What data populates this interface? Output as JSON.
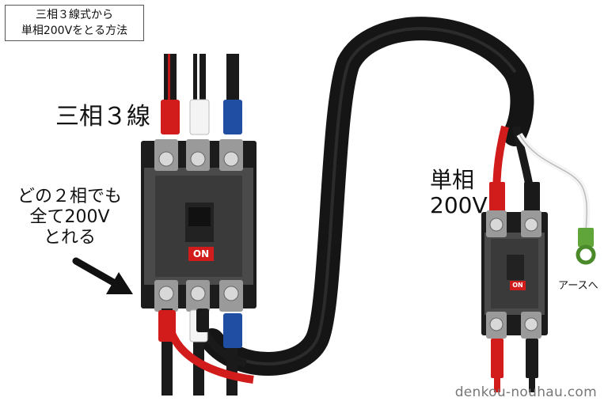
{
  "title_box": {
    "line1": "三相３線式から",
    "line2": "単相200Vをとる方法"
  },
  "labels": {
    "three_phase_three_wire": "三相３線",
    "any_two_phases_line1": "どの２相でも",
    "any_two_phases_line2": "全て200V",
    "any_two_phases_line3": "とれる",
    "single_phase_line1": "単相",
    "single_phase_line2": "200V",
    "to_earth": "アースへ"
  },
  "breakers": {
    "three_phase": {
      "switch_label": "ON"
    },
    "single_phase": {
      "switch_label": "ON"
    }
  },
  "watermark": "denkou-nouhau.com",
  "colors": {
    "red": "#d21c1c",
    "white": "#f4f4f4",
    "blue": "#1f4ea3",
    "black": "#1a1a1a",
    "earth_green": "#4a8a2a"
  }
}
